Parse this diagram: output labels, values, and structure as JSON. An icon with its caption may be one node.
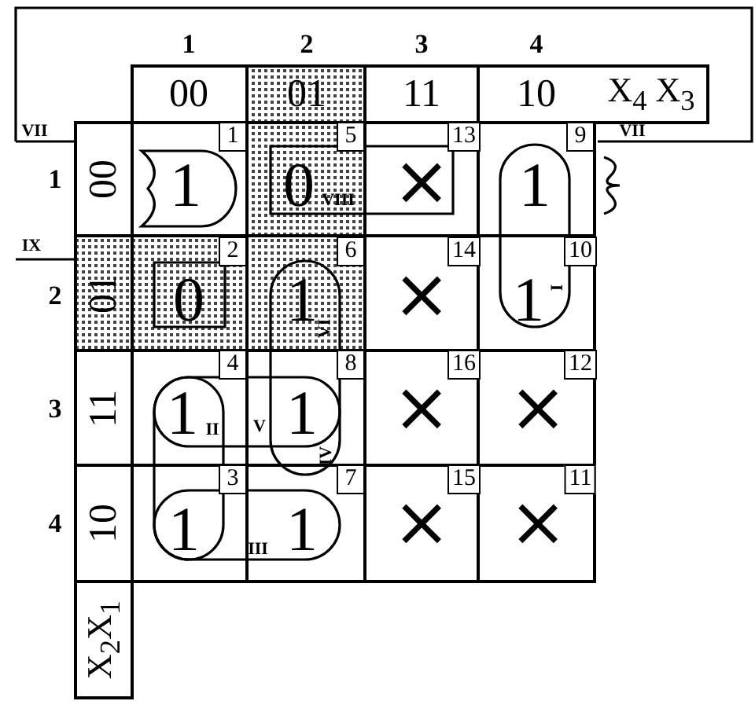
{
  "diagram": {
    "labels": [
      "1",
      "2",
      "3",
      "4",
      "00",
      "01",
      "11",
      "10",
      "X$_{4}$ X$_{3}$",
      "VII",
      "VII",
      "1",
      "00",
      "1",
      "1",
      "0",
      "VIII",
      "5",
      "×",
      "13",
      "1",
      "9",
      "IX",
      "2",
      "01",
      "0",
      "2",
      "1",
      "VI",
      "6",
      "×",
      "14",
      "1",
      "I",
      "10",
      "3",
      "11",
      "1",
      "II",
      "4",
      "V",
      "1",
      "IV",
      "8",
      "×",
      "16",
      "×",
      "12",
      "4",
      "10",
      "1",
      "3",
      "III",
      "1",
      "7",
      "×",
      "15",
      "×",
      "11",
      "X$_{2}$X$_{1}$"
    ]
  }
}
